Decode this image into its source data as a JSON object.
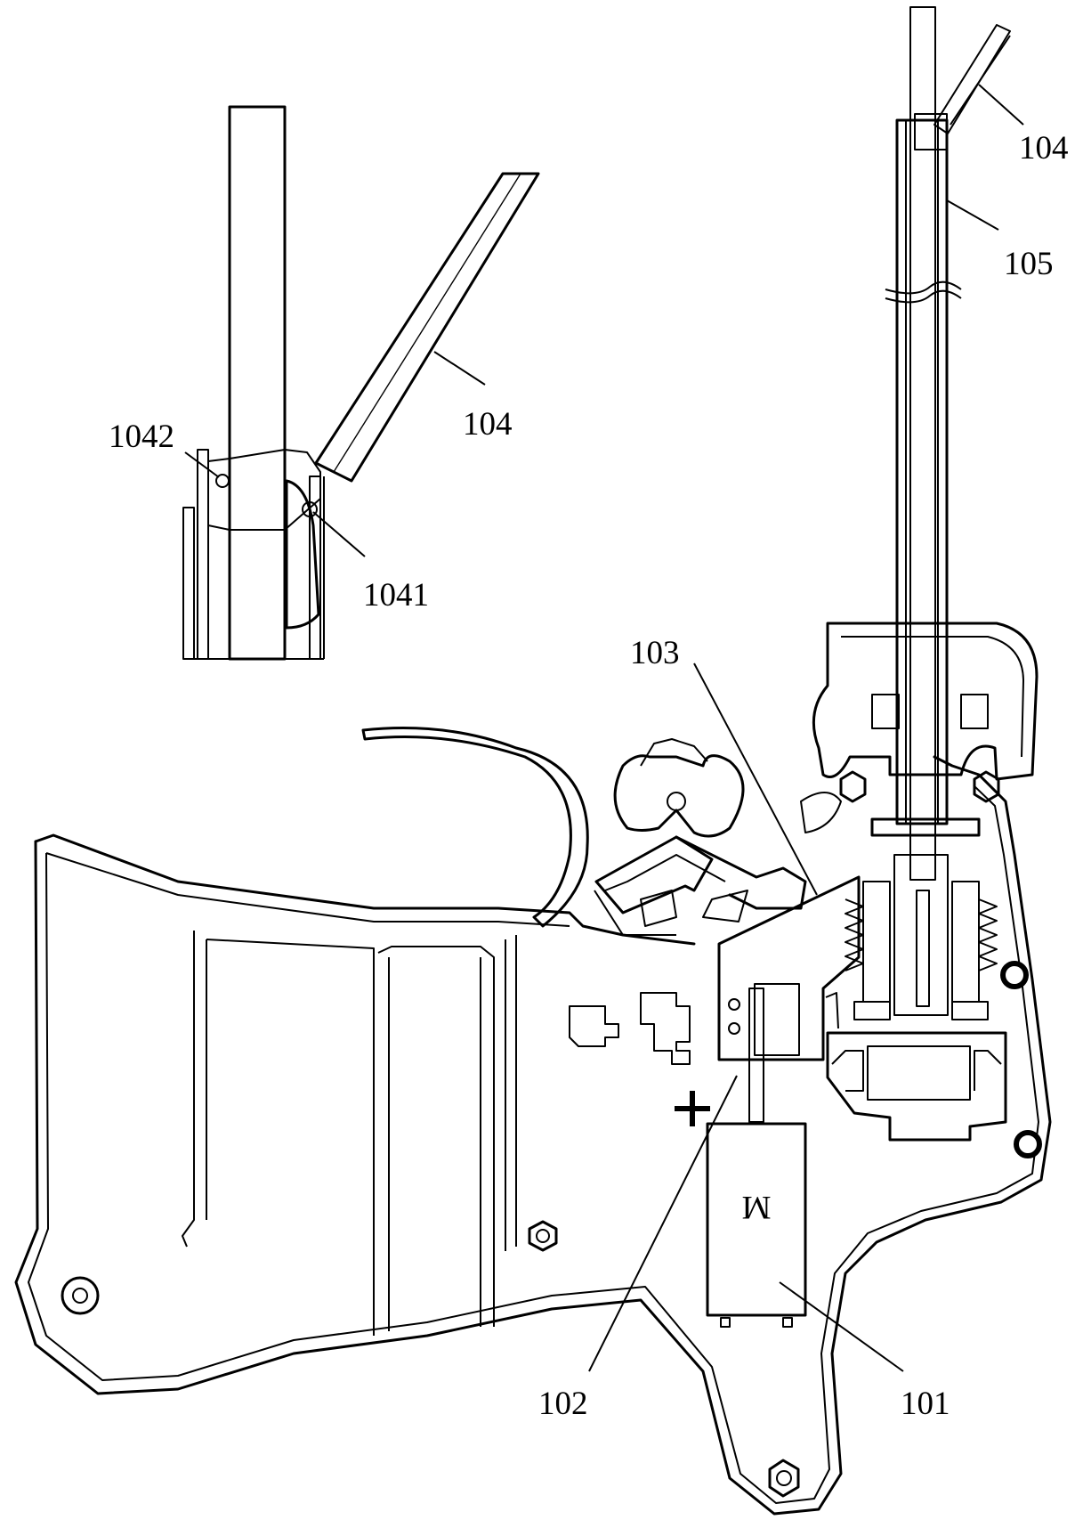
{
  "figure": {
    "labels": {
      "l104_top": "104",
      "l105": "105",
      "l104_inset": "104",
      "l1042": "1042",
      "l1041": "1041",
      "l103": "103",
      "l102": "102",
      "l101": "101",
      "motor_mark": "M"
    }
  }
}
